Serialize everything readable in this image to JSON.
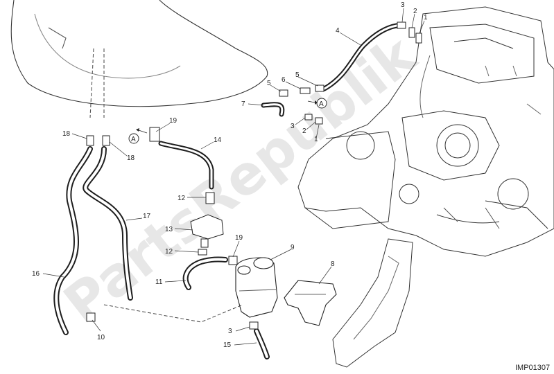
{
  "diagram": {
    "watermark": "PartsRepublik",
    "reference_code": "IMP01307",
    "callouts": [
      {
        "id": "c1",
        "text": "1"
      },
      {
        "id": "c2",
        "text": "2"
      },
      {
        "id": "c3",
        "text": "3"
      },
      {
        "id": "c4",
        "text": "4"
      },
      {
        "id": "c5a",
        "text": "5"
      },
      {
        "id": "c5b",
        "text": "5"
      },
      {
        "id": "c6",
        "text": "6"
      },
      {
        "id": "c7",
        "text": "7"
      },
      {
        "id": "c3b",
        "text": "3"
      },
      {
        "id": "c2b",
        "text": "2"
      },
      {
        "id": "c1b",
        "text": "1"
      },
      {
        "id": "cA1",
        "text": "A"
      },
      {
        "id": "cA2",
        "text": "A"
      },
      {
        "id": "c18a",
        "text": "18"
      },
      {
        "id": "c18b",
        "text": "18"
      },
      {
        "id": "c19a",
        "text": "19"
      },
      {
        "id": "c14",
        "text": "14"
      },
      {
        "id": "c12a",
        "text": "12"
      },
      {
        "id": "c13",
        "text": "13"
      },
      {
        "id": "c12b",
        "text": "12"
      },
      {
        "id": "c17",
        "text": "17"
      },
      {
        "id": "c16",
        "text": "16"
      },
      {
        "id": "c19b",
        "text": "19"
      },
      {
        "id": "c11",
        "text": "11"
      },
      {
        "id": "c9",
        "text": "9"
      },
      {
        "id": "c8",
        "text": "8"
      },
      {
        "id": "c10",
        "text": "10"
      },
      {
        "id": "c3c",
        "text": "3"
      },
      {
        "id": "c15",
        "text": "15"
      }
    ]
  }
}
